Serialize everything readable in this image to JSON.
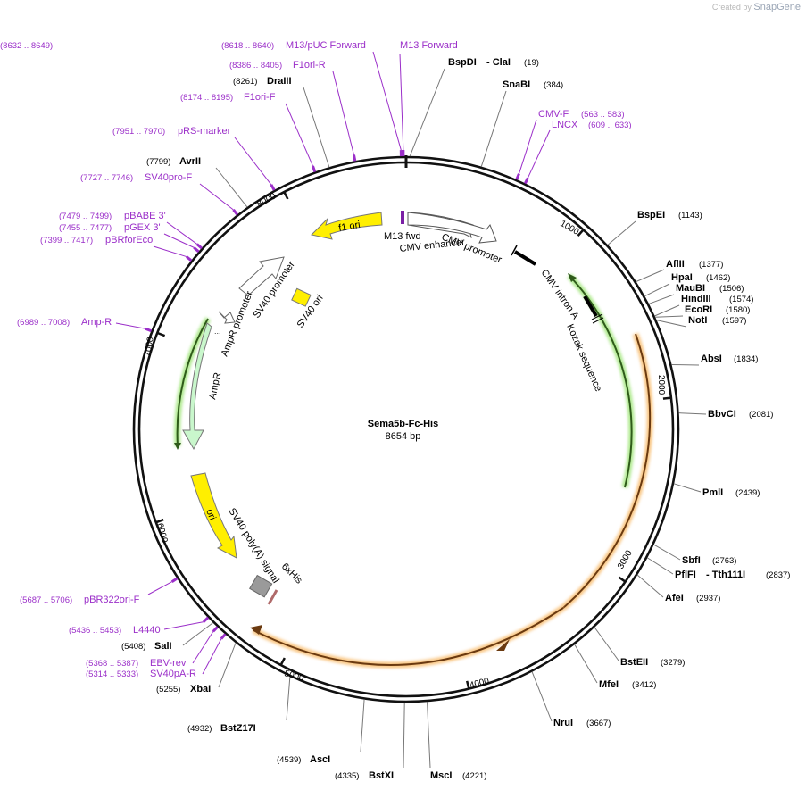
{
  "brand": {
    "prefix": "Created by",
    "name": "SnapGene"
  },
  "plasmid": {
    "name": "Sema5b-Fc-His",
    "size_label": "8654 bp",
    "total_bp": 8654
  },
  "colors": {
    "primer": "#9b2fc9",
    "enzyme": "#000000",
    "feature_yellow": "#ffef00",
    "amp": "#c9f7cc",
    "orange": "#f7b35a",
    "green": "#8de05e"
  },
  "ticks": [
    {
      "label": "1000",
      "bp": 1000
    },
    {
      "label": "2000",
      "bp": 2000
    },
    {
      "label": "3000",
      "bp": 3000
    },
    {
      "label": "4000",
      "bp": 4000
    },
    {
      "label": "5000",
      "bp": 5000
    },
    {
      "label": "6000",
      "bp": 6000
    },
    {
      "label": "7000",
      "bp": 7000
    },
    {
      "label": "8000",
      "bp": 8000
    }
  ],
  "primers": [
    {
      "name": "M13/pUC Forward",
      "range": "(8618 .. 8640)",
      "bp": 8629
    },
    {
      "name": "M13 Forward",
      "range": "(8632 .. 8649)",
      "bp": 8640
    },
    {
      "name": "F1ori-R",
      "range": "(8386 .. 8405)",
      "bp": 8395
    },
    {
      "name": "F1ori-F",
      "range": "(8174 .. 8195)",
      "bp": 8185
    },
    {
      "name": "pRS-marker",
      "range": "(7951 .. 7970)",
      "bp": 7960
    },
    {
      "name": "SV40pro-F",
      "range": "(7727 .. 7746)",
      "bp": 7736
    },
    {
      "name": "pBABE 3'",
      "range": "(7479 .. 7499)",
      "bp": 7489
    },
    {
      "name": "pGEX 3'",
      "range": "(7455 .. 7477)",
      "bp": 7466
    },
    {
      "name": "pBRforEco",
      "range": "(7399 .. 7417)",
      "bp": 7408
    },
    {
      "name": "Amp-R",
      "range": "(6989 .. 7008)",
      "bp": 6998
    },
    {
      "name": "pBR322ori-F",
      "range": "(5687 .. 5706)",
      "bp": 5696
    },
    {
      "name": "L4440",
      "range": "(5436 .. 5453)",
      "bp": 5444
    },
    {
      "name": "EBV-rev",
      "range": "(5368 .. 5387)",
      "bp": 5377
    },
    {
      "name": "SV40pA-R",
      "range": "(5314 .. 5333)",
      "bp": 5323
    },
    {
      "name": "CMV-F",
      "range": "(563 .. 583)",
      "bp": 573
    },
    {
      "name": "LNCX",
      "range": "(609 .. 633)",
      "bp": 621
    }
  ],
  "enzymes": [
    {
      "name": "BspDI",
      "extra": "- ClaI",
      "pos": "(19)",
      "bp": 19
    },
    {
      "name": "SnaBI",
      "extra": "",
      "pos": "(384)",
      "bp": 384
    },
    {
      "name": "BspEI",
      "extra": "",
      "pos": "(1143)",
      "bp": 1143
    },
    {
      "name": "AflII",
      "extra": "",
      "pos": "(1377)",
      "bp": 1377
    },
    {
      "name": "HpaI",
      "extra": "",
      "pos": "(1462)",
      "bp": 1462
    },
    {
      "name": "MauBI",
      "extra": "",
      "pos": "(1506)",
      "bp": 1506
    },
    {
      "name": "HindIII",
      "extra": "",
      "pos": "(1574)",
      "bp": 1574
    },
    {
      "name": "EcoRI",
      "extra": "",
      "pos": "(1580)",
      "bp": 1580
    },
    {
      "name": "NotI",
      "extra": "",
      "pos": "(1597)",
      "bp": 1597
    },
    {
      "name": "AbsI",
      "extra": "",
      "pos": "(1834)",
      "bp": 1834
    },
    {
      "name": "BbvCI",
      "extra": "",
      "pos": "(2081)",
      "bp": 2081
    },
    {
      "name": "PmlI",
      "extra": "",
      "pos": "(2439)",
      "bp": 2439
    },
    {
      "name": "SbfI",
      "extra": "",
      "pos": "(2763)",
      "bp": 2763
    },
    {
      "name": "PflFI",
      "extra": "- Tth111I",
      "pos": "(2837)",
      "bp": 2837
    },
    {
      "name": "AfeI",
      "extra": "",
      "pos": "(2937)",
      "bp": 2937
    },
    {
      "name": "BstEII",
      "extra": "",
      "pos": "(3279)",
      "bp": 3279
    },
    {
      "name": "MfeI",
      "extra": "",
      "pos": "(3412)",
      "bp": 3412
    },
    {
      "name": "NruI",
      "extra": "",
      "pos": "(3667)",
      "bp": 3667
    },
    {
      "name": "MscI",
      "extra": "",
      "pos": "(4221)",
      "bp": 4221
    },
    {
      "name": "BstXI",
      "extra": "",
      "pos": "(4335)",
      "bp": 4335
    },
    {
      "name": "AscI",
      "extra": "",
      "pos": "(4539)",
      "bp": 4539
    },
    {
      "name": "BstZ17I",
      "extra": "",
      "pos": "(4932)",
      "bp": 4932
    },
    {
      "name": "XbaI",
      "extra": "",
      "pos": "(5255)",
      "bp": 5255
    },
    {
      "name": "SalI",
      "extra": "",
      "pos": "(5408)",
      "bp": 5408
    },
    {
      "name": "AvrII",
      "extra": "",
      "pos": "(7799)",
      "bp": 7799
    },
    {
      "name": "DraIII",
      "extra": "",
      "pos": "(8261)",
      "bp": 8261
    }
  ],
  "features": {
    "m13_fwd": "M13 fwd",
    "cmv_enhancer": "CMV enhancer",
    "cmv_promoter": "CMV promoter",
    "cmv_intron": "CMV intron A",
    "kozak": "Kozak sequence",
    "f1_ori": "f1 ori",
    "sv40_promoter": "SV40 promoter",
    "sv40_ori": "SV40 ori",
    "ampr_promoter": "AmpR promoter",
    "ampr": "AmpR",
    "ori": "ori",
    "sv40_polya": "SV40 poly(A) signal",
    "his": "6xHis"
  }
}
